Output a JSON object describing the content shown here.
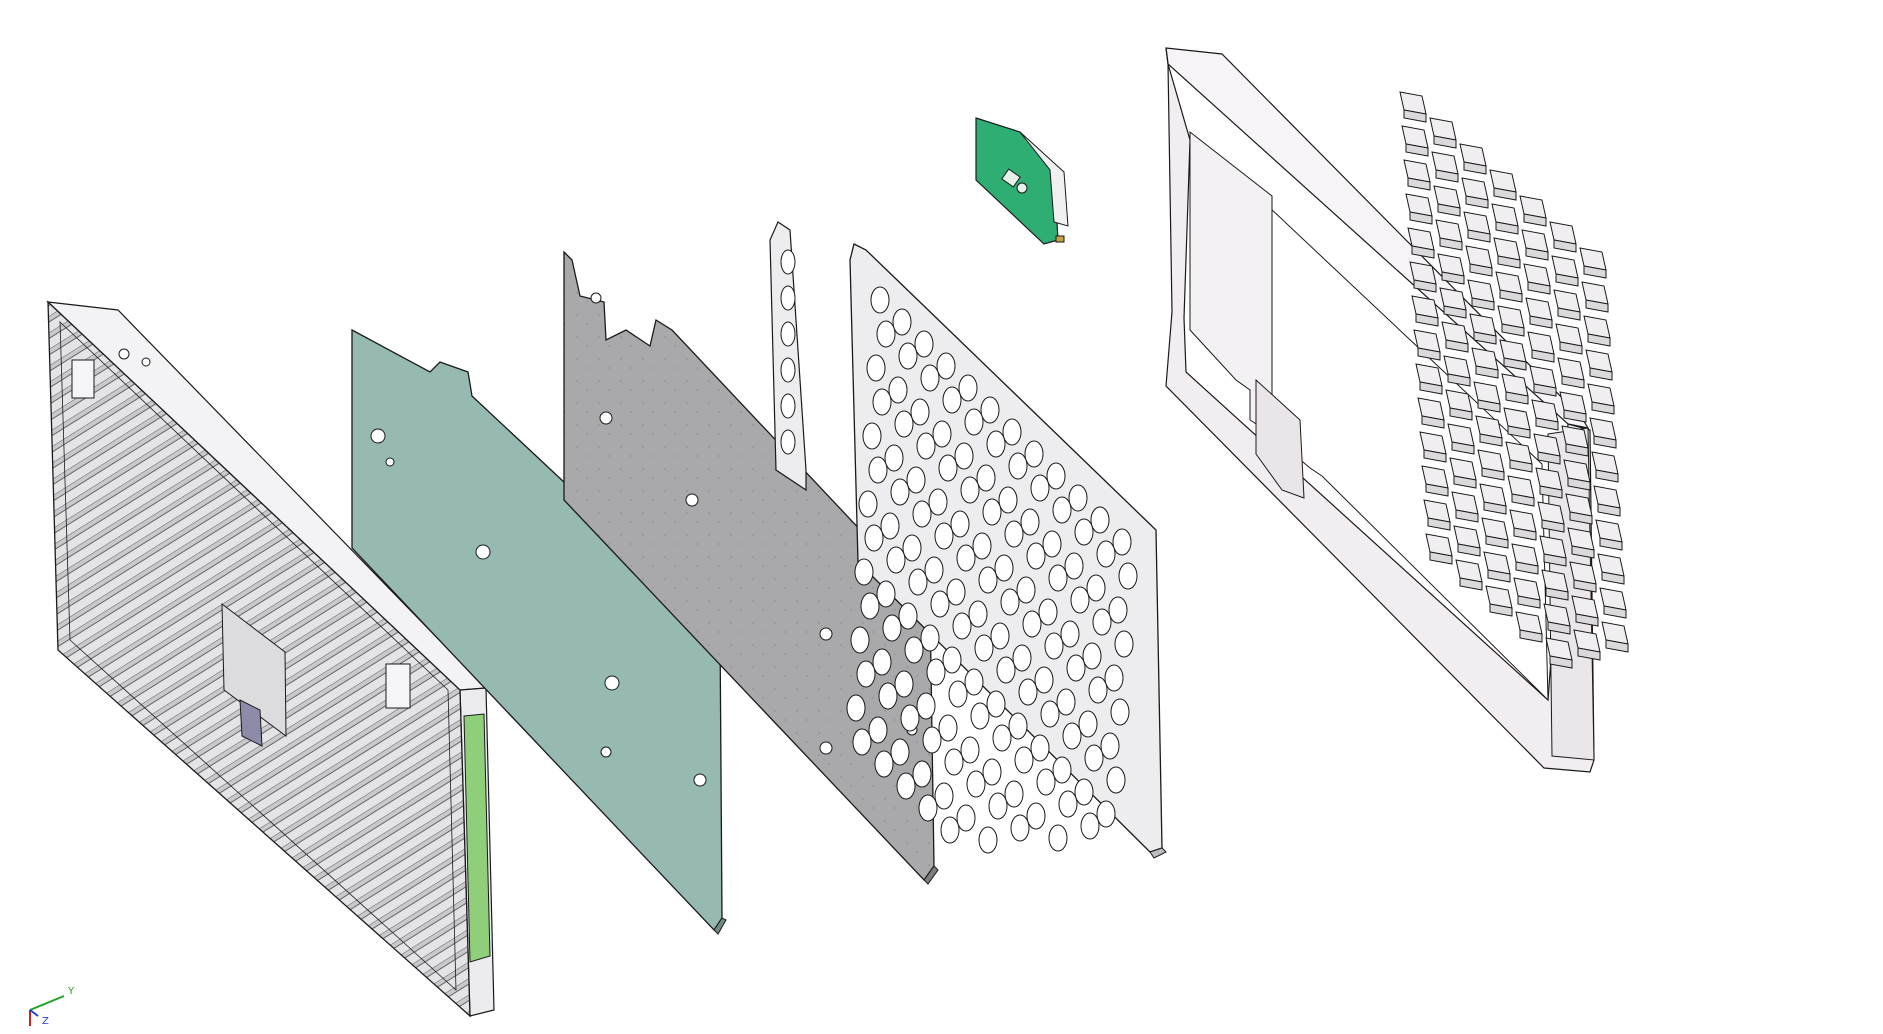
{
  "view": {
    "background": "#ffffff",
    "edge_color": "#1a1a1a"
  },
  "parts": [
    {
      "id": "bottom-case",
      "fill": "#e7e7ea",
      "accent": "#8fcf7a",
      "icon": "keyboard-bottom-case"
    },
    {
      "id": "foam-layer",
      "fill": "#96bab1",
      "icon": "foam-sheet"
    },
    {
      "id": "switch-plate",
      "fill": "#a9a9ab",
      "icon": "metal-plate"
    },
    {
      "id": "hotswap-pcb",
      "fill": "#ededef",
      "icon": "switch-plate-grid"
    },
    {
      "id": "daughterboard",
      "fill": "#2fae74",
      "icon": "daughterboard-pcb"
    },
    {
      "id": "top-frame",
      "fill": "#f1edf1",
      "icon": "top-frame"
    },
    {
      "id": "keycaps",
      "fill": "#f0eef1",
      "icon": "keycap-set"
    }
  ],
  "triad": {
    "y_label": "Y",
    "z_label": "Z",
    "x_color": "#d02020",
    "y_color": "#20a020",
    "z_color": "#2040d0"
  }
}
